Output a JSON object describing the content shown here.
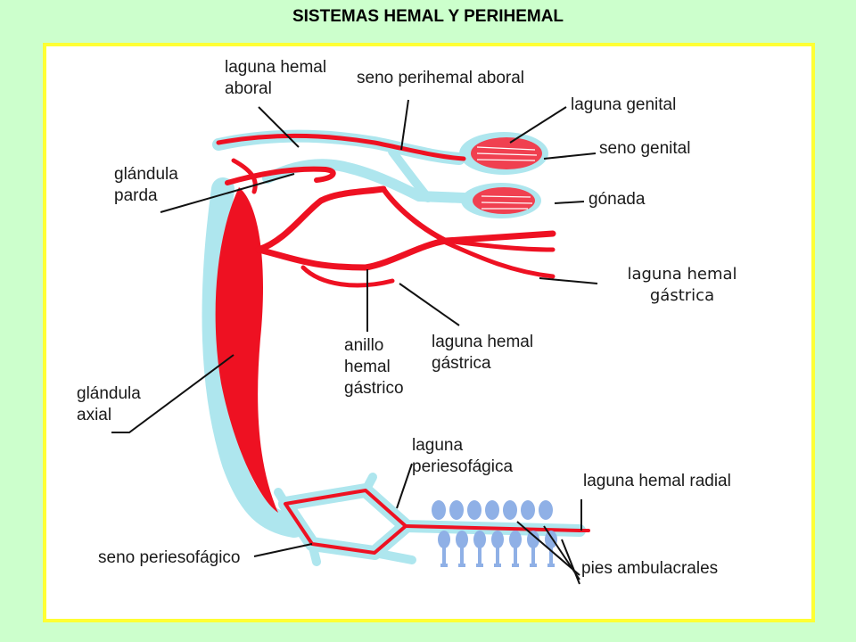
{
  "title": "SISTEMAS HEMAL Y PERIHEMAL",
  "colors": {
    "background": "#ccffcc",
    "frame_border": "#ffff33",
    "hemal": "#ee1122",
    "perihemal": "#aee6ee",
    "podia": "#8fb0e6"
  },
  "labels": {
    "laguna_hemal_aboral": "laguna hemal\naboral",
    "seno_perihemal_aboral": "seno perihemal aboral",
    "laguna_genital": "laguna genital",
    "seno_genital": "seno genital",
    "glandula_parda": "glándula\nparda",
    "gonada": "gónada",
    "laguna_hemal_gastrica_right": "laguna hemal\ngástrica",
    "anillo_hemal_gastrico": "anillo\nhemal\ngástrico",
    "laguna_hemal_gastrica_center": "laguna hemal\ngástrica",
    "glandula_axial": "glándula\naxial",
    "laguna_periesofagica": "laguna\nperiesofágica",
    "laguna_hemal_radial": "laguna hemal radial",
    "seno_periesofagico": "seno periesofágico",
    "pies_ambulacrales": "pies ambulacrales"
  }
}
